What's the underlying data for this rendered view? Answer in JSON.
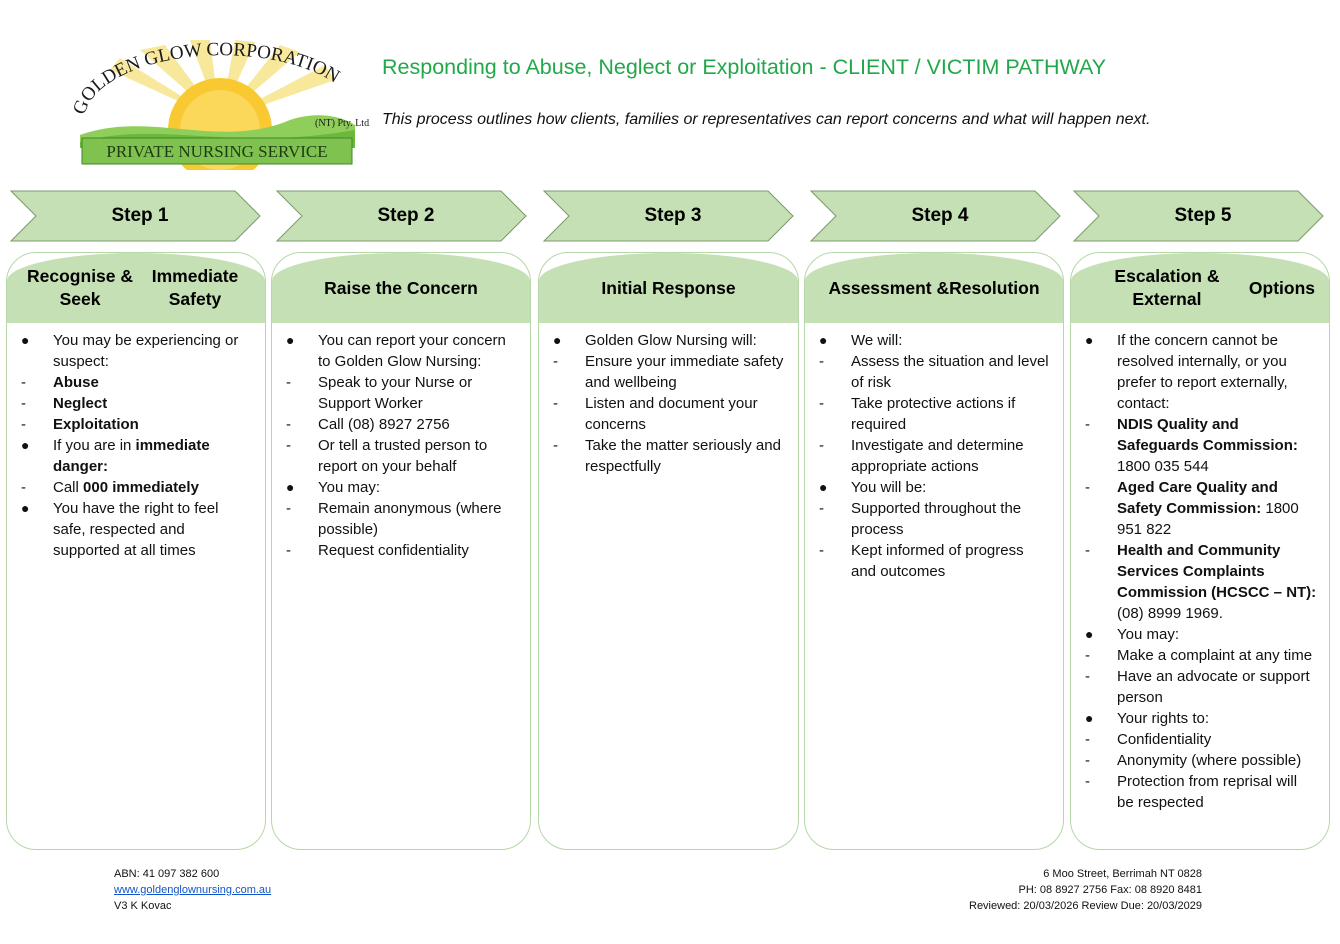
{
  "header": {
    "logo": {
      "arc_text": "GOLDEN GLOW CORPORATION",
      "sub_text": "(NT) Pty. Ltd.",
      "banner_text": "PRIVATE NURSING SERVICE"
    },
    "title": "Responding to Abuse, Neglect or Exploitation - CLIENT / VICTIM PATHWAY",
    "subtitle": "This process outlines how clients, families or representatives can report concerns and what will happen next."
  },
  "colors": {
    "title_green": "#22a84a",
    "chevron_fill": "#c5e0b4",
    "card_header_fill": "#c5e0b4",
    "card_border": "#b5d7a9"
  },
  "steps": [
    {
      "step_label": "Step 1",
      "heading": [
        "Recognise & Seek",
        "Immediate Safety"
      ],
      "items": [
        {
          "m": "bullet",
          "t": [
            {
              "s": "You may be experiencing or suspect:"
            }
          ]
        },
        {
          "m": "dash",
          "t": [
            {
              "s": "Abuse",
              "b": true
            }
          ]
        },
        {
          "m": "dash",
          "t": [
            {
              "s": "Neglect",
              "b": true
            }
          ]
        },
        {
          "m": "dash",
          "t": [
            {
              "s": "Exploitation",
              "b": true
            }
          ]
        },
        {
          "m": "bullet",
          "t": [
            {
              "s": "If you are in "
            },
            {
              "s": "immediate danger:",
              "b": true
            }
          ]
        },
        {
          "m": "dash",
          "t": [
            {
              "s": "Call "
            },
            {
              "s": "000 immediately",
              "b": true
            }
          ]
        },
        {
          "m": "bullet",
          "t": [
            {
              "s": "You have the right to feel safe, respected and supported at all times"
            }
          ]
        }
      ]
    },
    {
      "step_label": "Step 2",
      "heading": [
        "Raise the Concern"
      ],
      "items": [
        {
          "m": "bullet",
          "t": [
            {
              "s": "You can report your concern to Golden Glow Nursing:"
            }
          ]
        },
        {
          "m": "dash",
          "t": [
            {
              "s": "Speak to your Nurse or Support Worker"
            }
          ]
        },
        {
          "m": "dash",
          "t": [
            {
              "s": "Call (08) 8927 2756"
            }
          ]
        },
        {
          "m": "dash",
          "t": [
            {
              "s": "Or tell a trusted person to report on your behalf"
            }
          ]
        },
        {
          "m": "bullet",
          "t": [
            {
              "s": "You may:"
            }
          ]
        },
        {
          "m": "dash",
          "t": [
            {
              "s": "Remain anonymous (where possible)"
            }
          ]
        },
        {
          "m": "dash",
          "t": [
            {
              "s": "Request confidentiality"
            }
          ]
        }
      ]
    },
    {
      "step_label": "Step 3",
      "heading": [
        "Initial Response"
      ],
      "items": [
        {
          "m": "bullet",
          "t": [
            {
              "s": "Golden Glow Nursing will:"
            }
          ]
        },
        {
          "m": "dash",
          "t": [
            {
              "s": "Ensure your immediate safety and wellbeing"
            }
          ]
        },
        {
          "m": "dash",
          "t": [
            {
              "s": "Listen and document your concerns"
            }
          ]
        },
        {
          "m": "dash",
          "t": [
            {
              "s": "Take the matter seriously and respectfully"
            }
          ]
        }
      ]
    },
    {
      "step_label": "Step 4",
      "heading": [
        "Assessment &",
        "Resolution"
      ],
      "items": [
        {
          "m": "bullet",
          "t": [
            {
              "s": "We will:"
            }
          ]
        },
        {
          "m": "dash",
          "t": [
            {
              "s": "Assess the situation and level of risk"
            }
          ]
        },
        {
          "m": "dash",
          "t": [
            {
              "s": "Take protective actions if required"
            }
          ]
        },
        {
          "m": "dash",
          "t": [
            {
              "s": "Investigate and determine appropriate actions"
            }
          ]
        },
        {
          "m": "bullet",
          "t": [
            {
              "s": "You will be:"
            }
          ]
        },
        {
          "m": "dash",
          "t": [
            {
              "s": "Supported throughout the process"
            }
          ]
        },
        {
          "m": "dash",
          "t": [
            {
              "s": "Kept informed of progress and outcomes"
            }
          ]
        }
      ]
    },
    {
      "step_label": "Step 5",
      "heading": [
        "Escalation & External",
        "Options"
      ],
      "items": [
        {
          "m": "bullet",
          "t": [
            {
              "s": "If the concern cannot be resolved internally, or you prefer to report externally, contact:"
            }
          ]
        },
        {
          "m": "dash",
          "t": [
            {
              "s": "NDIS Quality and Safeguards Commission:",
              "b": true
            },
            {
              "s": " 1800 035 544"
            }
          ]
        },
        {
          "m": "dash",
          "t": [
            {
              "s": "Aged Care Quality and Safety Commission:",
              "b": true
            },
            {
              "s": " 1800 951 822"
            }
          ]
        },
        {
          "m": "dash",
          "t": [
            {
              "s": "Health and Community Services Complaints Commission (HCSCC – NT):",
              "b": true
            },
            {
              "s": " (08) 8999 1969."
            }
          ]
        },
        {
          "m": "bullet",
          "t": [
            {
              "s": "You may:"
            }
          ]
        },
        {
          "m": "dash",
          "t": [
            {
              "s": "Make a complaint at any time"
            }
          ]
        },
        {
          "m": "dash",
          "t": [
            {
              "s": "Have an advocate or support person"
            }
          ]
        },
        {
          "m": "bullet",
          "t": [
            {
              "s": "Your rights to:"
            }
          ]
        },
        {
          "m": "dash",
          "t": [
            {
              "s": "Confidentiality"
            }
          ]
        },
        {
          "m": "dash",
          "t": [
            {
              "s": "Anonymity (where possible)"
            }
          ]
        },
        {
          "m": "dash",
          "t": [
            {
              "s": "Protection from reprisal will be respected"
            }
          ]
        }
      ]
    }
  ],
  "footer": {
    "abn": "ABN: 41 097 382 600",
    "website": "www.goldenglownursing.com.au",
    "version": "V3 K Kovac",
    "address": "6 Moo Street, Berrimah NT 0828",
    "phone_fax": "PH: 08 8927 2756  Fax: 08 8920 8481",
    "review": "Reviewed: 20/03/2026  Review Due: 20/03/2029"
  }
}
